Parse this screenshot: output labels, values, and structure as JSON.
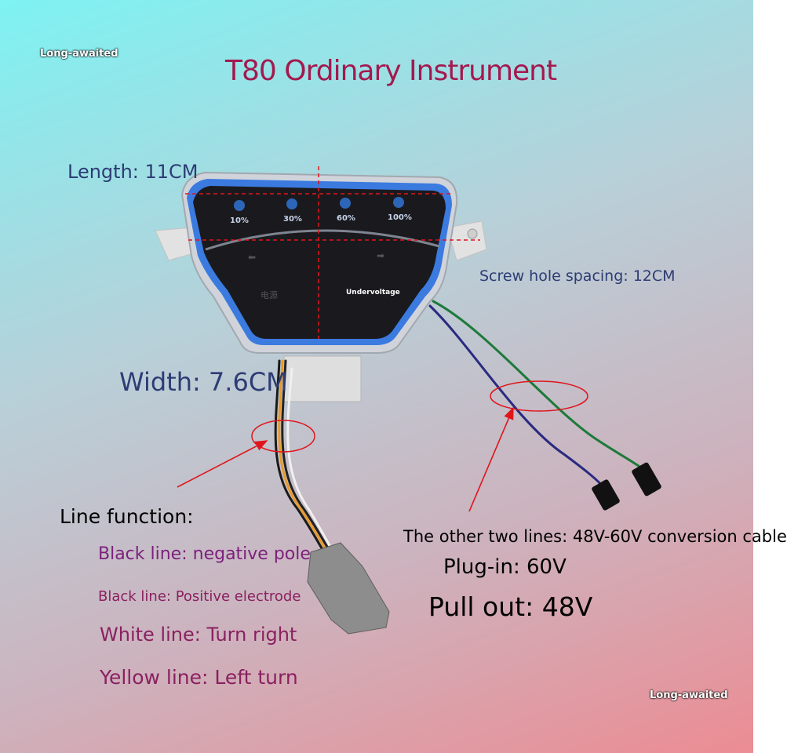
{
  "watermark": "Long-awaited",
  "title": "T80 Ordinary Instrument",
  "dimensions": {
    "length": "Length: 11CM",
    "width": "Width: 7.6CM",
    "screw_spacing": "Screw hole spacing: 12CM"
  },
  "panel": {
    "indicators": [
      "10%",
      "30%",
      "60%",
      "100%"
    ],
    "undervoltage": "Undervoltage"
  },
  "line_function": {
    "heading": "Line function:",
    "items": [
      "Black line: negative pole",
      "Black line: Positive electrode",
      "White line: Turn right",
      "Yellow line: Left turn"
    ]
  },
  "conversion": {
    "other_lines": "The other two lines: 48V-60V conversion cable",
    "plug_in": "Plug-in: 60V",
    "pull_out": "Pull out: 48V"
  },
  "colors": {
    "title": "#a3194f",
    "dimension_text": "#2d3c74",
    "panel_border": "#3b7be0",
    "annotation_red": "#e0151b"
  }
}
